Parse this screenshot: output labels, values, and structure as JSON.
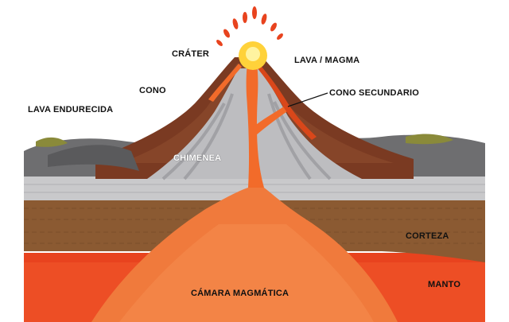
{
  "labels": {
    "crater": "CRÁTER",
    "lava_magma": "LAVA / MAGMA",
    "cono": "CONO",
    "cono_secundario": "CONO SECUNDARIO",
    "lava_endurecida": "LAVA ENDURECIDA",
    "chimenea": "CHIMENEA",
    "corteza": "CORTEZA",
    "manto": "MANTO",
    "camara_magmatica": "CÁMARA MAGMÁTICA"
  },
  "colors": {
    "lava": "#f26b2a",
    "lava_dark": "#d9471a",
    "magma_chamber": "#f07a3c",
    "mantle": "#e8431e",
    "crust": "#8b5a32",
    "rock_grey": "#6e6e70",
    "ash_layer": "#c9c9cb",
    "cone_brown": "#7a3a22",
    "vegetation": "#8a8a3a"
  }
}
